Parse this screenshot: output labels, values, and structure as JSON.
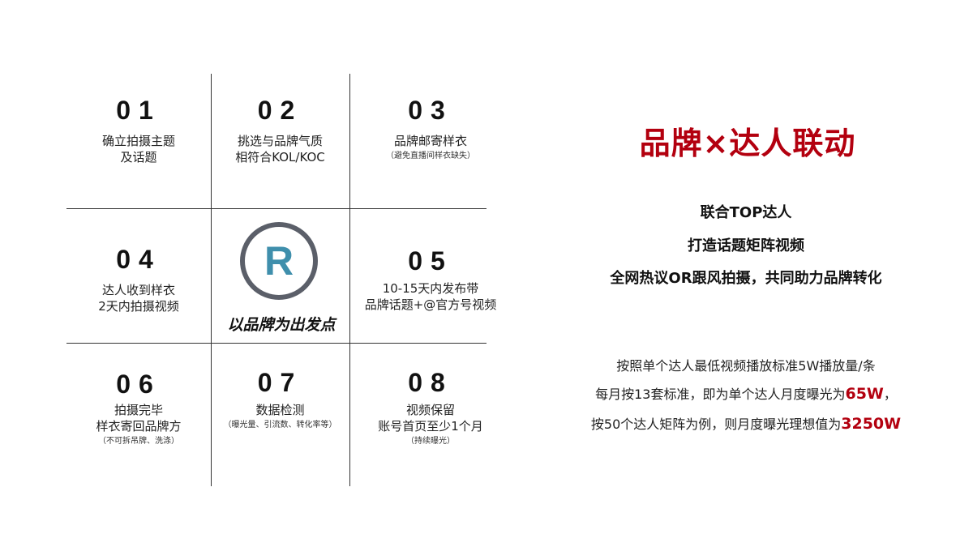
{
  "cells": [
    {
      "num": "01",
      "lines": [
        "确立拍摄主题",
        "及话题"
      ]
    },
    {
      "num": "02",
      "lines": [
        "挑选与品牌气质",
        "相符合KOL/KOC"
      ]
    },
    {
      "num": "03",
      "lines": [
        "品牌邮寄样衣"
      ],
      "note": "（避免直播间样衣缺失）"
    },
    {
      "num": "04",
      "lines": [
        "达人收到样衣",
        "2天内拍摄视频"
      ]
    },
    {
      "num": "05",
      "lines": [
        "10-15天内发布带",
        "品牌话题+@官方号视频"
      ]
    },
    {
      "num": "06",
      "lines": [
        "拍摄完毕",
        "样衣寄回品牌方"
      ],
      "note": "（不可拆吊牌、洗涤）"
    },
    {
      "num": "07",
      "lines": [
        "数据检测"
      ],
      "note": "（曝光量、引流数、转化率等）"
    },
    {
      "num": "08",
      "lines": [
        "视频保留",
        "账号首页至少1个月"
      ],
      "note": "（持续曝光）"
    }
  ],
  "center": {
    "logo": "R",
    "slogan": "以品牌为出发点"
  },
  "right": {
    "title": "品牌×达人联动",
    "claims": [
      "联合TOP达人",
      "打造话题矩阵视频",
      "全网热议OR跟风拍摄，共同助力品牌转化"
    ],
    "para": {
      "line1": "按照单个达人最低视频播放标准5W播放量/条",
      "line2_pre": "每月按13套标准，即为单个达人月度曝光为",
      "line2_hl": "65W",
      "line2_post": "，",
      "line3_pre": "按50个达人矩阵为例，则月度曝光理想值为",
      "line3_hl": "3250W"
    }
  },
  "colors": {
    "accent": "#b3000f",
    "logo_ring": "#5b5f69",
    "logo_letter": "#3f8fac"
  }
}
